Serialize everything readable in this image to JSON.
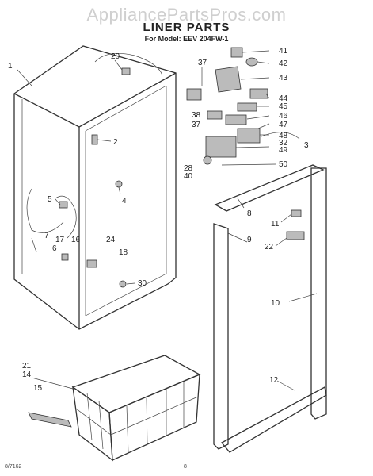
{
  "watermark": "AppliancePartsPros.com",
  "title": "LINER PARTS",
  "model": "For Model: EEV 204FW-1",
  "footer_left": "8/7162",
  "footer_page": "8",
  "callouts": [
    "1",
    "20",
    "37",
    "41",
    "42",
    "43",
    "44",
    "45",
    "38",
    "46",
    "37",
    "47",
    "48",
    "32",
    "49",
    "3",
    "2",
    "4",
    "50",
    "28",
    "40",
    "5",
    "8",
    "11",
    "7",
    "17",
    "16",
    "24",
    "9",
    "6",
    "18",
    "22",
    "30",
    "10",
    "21",
    "14",
    "12",
    "15"
  ]
}
